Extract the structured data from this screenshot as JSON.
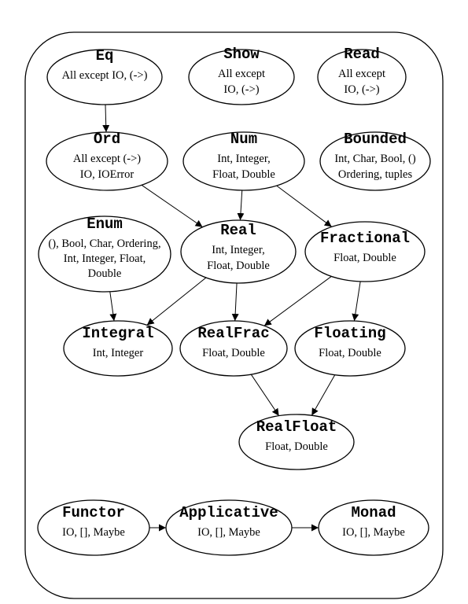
{
  "nodes": {
    "eq": {
      "name": "Eq",
      "lines": [
        "All except IO, (->)"
      ]
    },
    "show": {
      "name": "Show",
      "lines": [
        "All except",
        "IO, (->)"
      ]
    },
    "read": {
      "name": "Read",
      "lines": [
        "All except",
        "IO, (->)"
      ]
    },
    "ord": {
      "name": "Ord",
      "lines": [
        "All except (->)",
        "IO,  IOError"
      ]
    },
    "num": {
      "name": "Num",
      "lines": [
        "Int, Integer,",
        "Float, Double"
      ]
    },
    "bounded": {
      "name": "Bounded",
      "lines": [
        "Int, Char, Bool, ()",
        "Ordering, tuples"
      ]
    },
    "enum": {
      "name": "Enum",
      "lines": [
        "(), Bool, Char, Ordering,",
        "Int, Integer, Float,",
        "Double"
      ]
    },
    "real": {
      "name": "Real",
      "lines": [
        "Int, Integer,",
        "Float, Double"
      ]
    },
    "fractional": {
      "name": "Fractional",
      "lines": [
        "Float, Double"
      ]
    },
    "integral": {
      "name": "Integral",
      "lines": [
        "Int, Integer"
      ]
    },
    "realfrac": {
      "name": "RealFrac",
      "lines": [
        "Float, Double"
      ]
    },
    "floating": {
      "name": "Floating",
      "lines": [
        "Float, Double"
      ]
    },
    "realfloat": {
      "name": "RealFloat",
      "lines": [
        "Float, Double"
      ]
    },
    "functor": {
      "name": "Functor",
      "lines": [
        "IO, [], Maybe"
      ]
    },
    "applicative": {
      "name": "Applicative",
      "lines": [
        "IO, [], Maybe"
      ]
    },
    "monad": {
      "name": "Monad",
      "lines": [
        "IO, [], Maybe"
      ]
    }
  },
  "edges": [
    {
      "from": "eq",
      "to": "ord"
    },
    {
      "from": "ord",
      "to": "real"
    },
    {
      "from": "num",
      "to": "real"
    },
    {
      "from": "num",
      "to": "fractional"
    },
    {
      "from": "enum",
      "to": "integral"
    },
    {
      "from": "real",
      "to": "integral"
    },
    {
      "from": "real",
      "to": "realfrac"
    },
    {
      "from": "fractional",
      "to": "realfrac"
    },
    {
      "from": "fractional",
      "to": "floating"
    },
    {
      "from": "realfrac",
      "to": "realfloat"
    },
    {
      "from": "floating",
      "to": "realfloat"
    },
    {
      "from": "functor",
      "to": "applicative"
    },
    {
      "from": "applicative",
      "to": "monad"
    }
  ]
}
